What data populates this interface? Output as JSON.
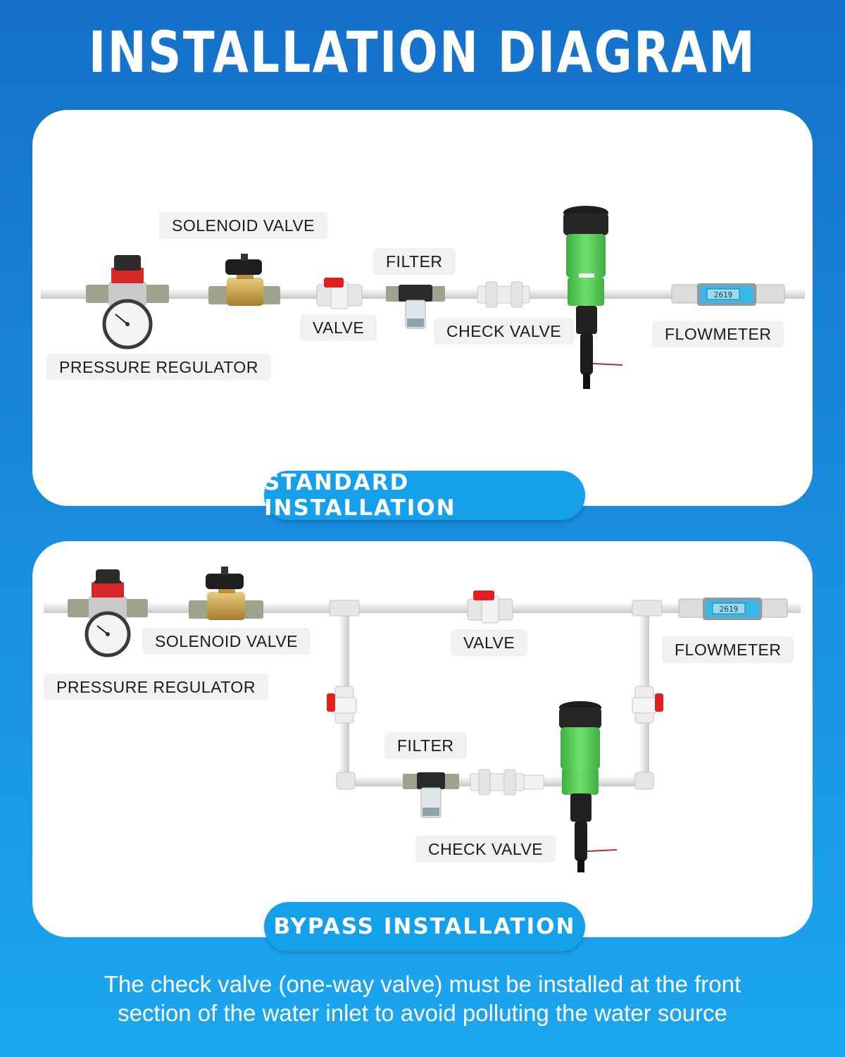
{
  "page_title": "INSTALLATION DIAGRAM",
  "standard": {
    "heading": "STANDARD INSTALLATION",
    "labels": {
      "solenoid_valve": "SOLENOID VALVE",
      "filter": "FILTER",
      "valve": "VALVE",
      "check_valve": "CHECK VALVE",
      "flowmeter": "FLOWMETER",
      "pressure_regulator": "PRESSURE REGULATOR"
    }
  },
  "bypass": {
    "heading": "BYPASS INSTALLATION",
    "labels": {
      "solenoid_valve": "SOLENOID VALVE",
      "valve": "VALVE",
      "flowmeter": "FLOWMETER",
      "pressure_regulator": "PRESSURE REGULATOR",
      "filter": "FILTER",
      "check_valve": "CHECK VALVE"
    }
  },
  "flowmeter_display": "2619",
  "note": {
    "line1": "The check valve (one-way valve) must be installed at the front",
    "line2": "section of the water inlet to avoid polluting the water source"
  },
  "colors": {
    "background_top": "#1570c9",
    "background_bottom": "#1ba7f0",
    "pill": "#14a0ea",
    "dispenser_green": "#5bd35b",
    "valve_red": "#e02020",
    "solenoid_brass": "#c9a14a",
    "flowmeter_blue": "#38b8e6"
  },
  "icons": [
    "pressure-regulator-icon",
    "solenoid-valve-icon",
    "ball-valve-icon",
    "filter-icon",
    "check-valve-icon",
    "dosing-pump-icon",
    "flowmeter-icon"
  ]
}
